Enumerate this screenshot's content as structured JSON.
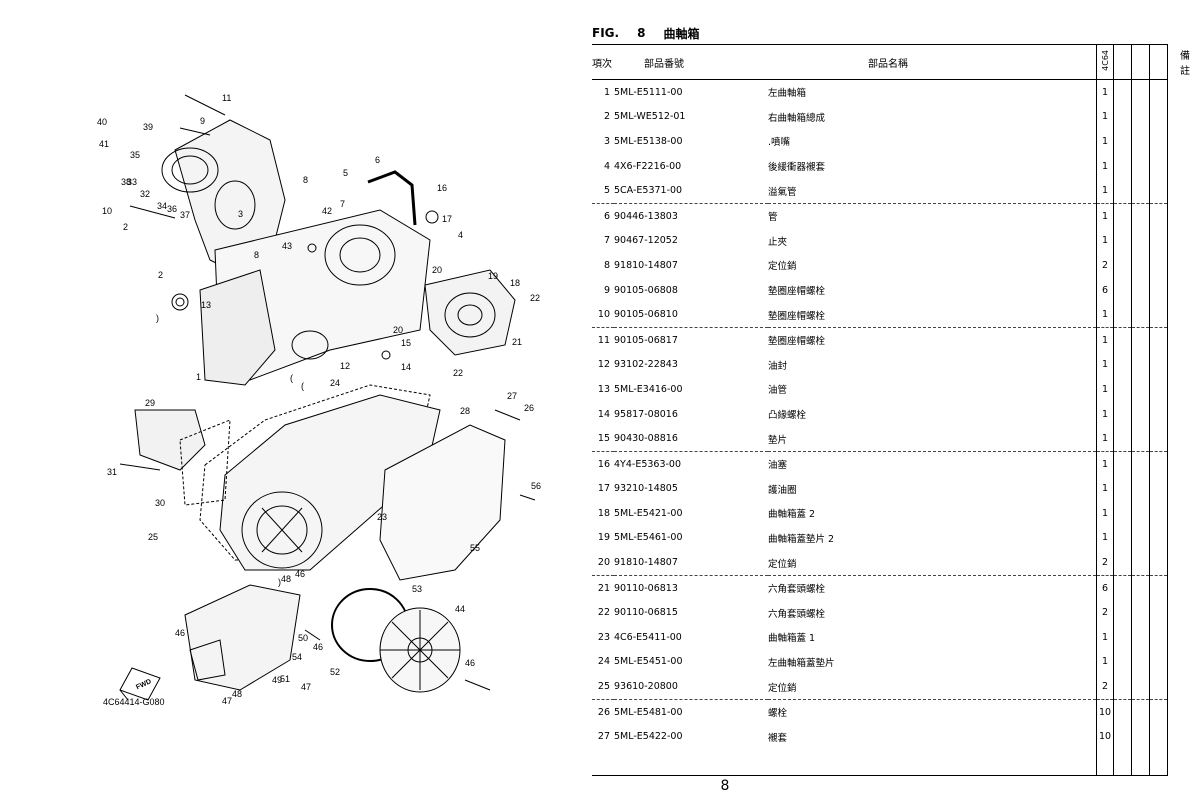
{
  "figure": {
    "label": "FIG.",
    "number": "8",
    "title": "曲軸箱"
  },
  "table": {
    "headers": {
      "no": "項次",
      "part_number": "部品番號",
      "part_name": "部品名稱",
      "model": "4C64",
      "remarks": "備註"
    },
    "rows": [
      {
        "no": "1",
        "pn": "5ML-E5111-00",
        "name": "左曲軸箱",
        "qty": "1"
      },
      {
        "no": "2",
        "pn": "5ML-WE512-01",
        "name": "右曲軸箱總成",
        "qty": "1"
      },
      {
        "no": "3",
        "pn": "5ML-E5138-00",
        "name": ".噴嘴",
        "qty": "1"
      },
      {
        "no": "4",
        "pn": "4X6-F2216-00",
        "name": "後緩衝器襯套",
        "qty": "1"
      },
      {
        "no": "5",
        "pn": "5CA-E5371-00",
        "name": "溢氣管",
        "qty": "1"
      },
      {
        "no": "6",
        "pn": "90446-13803",
        "name": "管",
        "qty": "1"
      },
      {
        "no": "7",
        "pn": "90467-12052",
        "name": "止夾",
        "qty": "1"
      },
      {
        "no": "8",
        "pn": "91810-14807",
        "name": "定位銷",
        "qty": "2"
      },
      {
        "no": "9",
        "pn": "90105-06808",
        "name": "墊圈座帽螺栓",
        "qty": "6"
      },
      {
        "no": "10",
        "pn": "90105-06810",
        "name": "墊圈座帽螺栓",
        "qty": "1"
      },
      {
        "no": "11",
        "pn": "90105-06817",
        "name": "墊圈座帽螺栓",
        "qty": "1"
      },
      {
        "no": "12",
        "pn": "93102-22843",
        "name": "油封",
        "qty": "1"
      },
      {
        "no": "13",
        "pn": "5ML-E3416-00",
        "name": "油管",
        "qty": "1"
      },
      {
        "no": "14",
        "pn": "95817-08016",
        "name": "凸緣螺栓",
        "qty": "1"
      },
      {
        "no": "15",
        "pn": "90430-08816",
        "name": "墊片",
        "qty": "1"
      },
      {
        "no": "16",
        "pn": "4Y4-E5363-00",
        "name": "油塞",
        "qty": "1"
      },
      {
        "no": "17",
        "pn": "93210-14805",
        "name": "護油圈",
        "qty": "1"
      },
      {
        "no": "18",
        "pn": "5ML-E5421-00",
        "name": "曲軸箱蓋 2",
        "qty": "1"
      },
      {
        "no": "19",
        "pn": "5ML-E5461-00",
        "name": "曲軸箱蓋墊片 2",
        "qty": "1"
      },
      {
        "no": "20",
        "pn": "91810-14807",
        "name": "定位銷",
        "qty": "2"
      },
      {
        "no": "21",
        "pn": "90110-06813",
        "name": "六角套頭螺栓",
        "qty": "6"
      },
      {
        "no": "22",
        "pn": "90110-06815",
        "name": "六角套頭螺栓",
        "qty": "2"
      },
      {
        "no": "23",
        "pn": "4C6-E5411-00",
        "name": "曲軸箱蓋 1",
        "qty": "1"
      },
      {
        "no": "24",
        "pn": "5ML-E5451-00",
        "name": "左曲軸箱蓋墊片",
        "qty": "1"
      },
      {
        "no": "25",
        "pn": "93610-20800",
        "name": "定位銷",
        "qty": "2"
      },
      {
        "no": "26",
        "pn": "5ML-E5481-00",
        "name": "螺栓",
        "qty": "10"
      },
      {
        "no": "27",
        "pn": "5ML-E5422-00",
        "name": "襯套",
        "qty": "10"
      }
    ]
  },
  "diagram": {
    "code": "4C64414-G080",
    "fwd": "FWD",
    "callouts": [
      "1",
      "2",
      "2",
      "3",
      "4",
      "5",
      "6",
      "7",
      "8",
      "8",
      "9",
      "10",
      "11",
      "12",
      "13",
      "14",
      "15",
      "16",
      "17",
      "18",
      "19",
      "20",
      "20",
      "21",
      "22",
      "22",
      "23",
      "24",
      "25",
      "26",
      "27",
      "28",
      "29",
      "30",
      "31",
      "32",
      "33",
      "34",
      "35",
      "36",
      "37",
      "38",
      "39",
      "40",
      "41",
      "42",
      "43",
      "44",
      "46",
      "46",
      "46",
      "46",
      "47",
      "47",
      "48",
      "48",
      "49",
      "50",
      "51",
      "52",
      "53",
      "54",
      "55",
      "56",
      "(",
      "(",
      ")",
      ")"
    ]
  },
  "page_number": "8"
}
